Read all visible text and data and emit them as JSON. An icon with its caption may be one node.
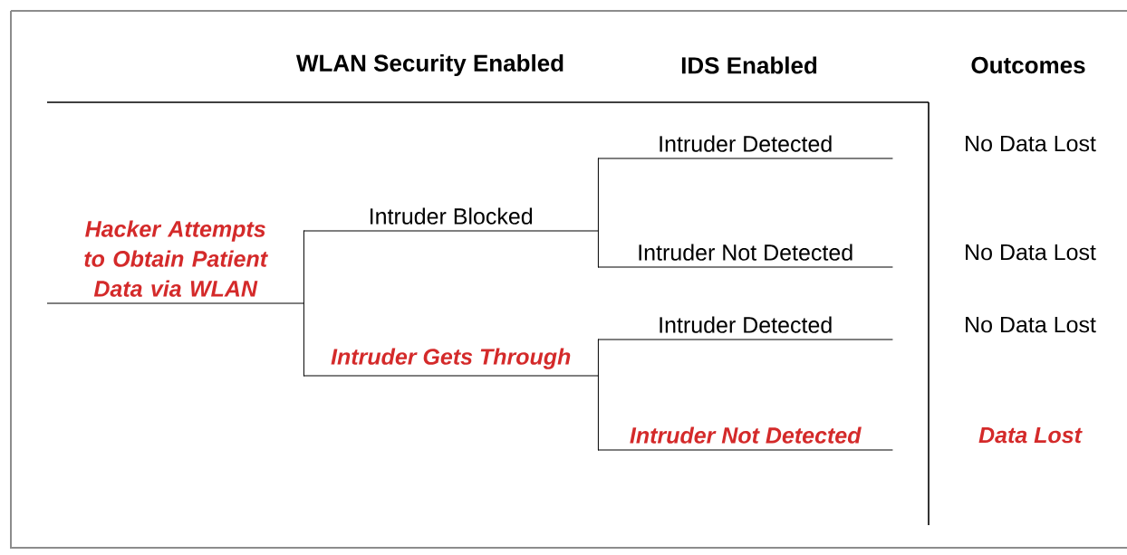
{
  "diagram": {
    "nodes": [
      {
        "text": [
          "Hacker Attempts to Obtain Patient Data via WLAN"
        ]
      },
      {
        "text": [
          "Intruder Blocked"
        ]
      },
      {
        "text": [
          "Intruder Gets Through"
        ]
      },
      {
        "text": [
          "Intruder Detected"
        ],
        "beside": [
          "No Data Lost"
        ]
      },
      {
        "text": [
          "Intruder Not Detected"
        ],
        "beside": [
          "No Data Lost"
        ]
      },
      {
        "text": [
          "Intruder Detected"
        ],
        "beside": [
          "No Data Lost"
        ]
      },
      {
        "text": [
          "Intruder Not Detected"
        ],
        "beside": [
          "Data Lost"
        ]
      }
    ],
    "edges": [
      {
        "from": 0,
        "to": 1,
        "arrow": "none"
      },
      {
        "from": 0,
        "to": 2,
        "arrow": "none"
      },
      {
        "from": 1,
        "to": 3,
        "arrow": "none"
      },
      {
        "from": 1,
        "to": 4,
        "arrow": "none"
      },
      {
        "from": 2,
        "to": 5,
        "arrow": "none"
      },
      {
        "from": 2,
        "to": 6,
        "arrow": "none"
      }
    ],
    "labels": [
      "WLAN Security Enabled",
      "IDS Enabled",
      "Outcomes"
    ]
  }
}
